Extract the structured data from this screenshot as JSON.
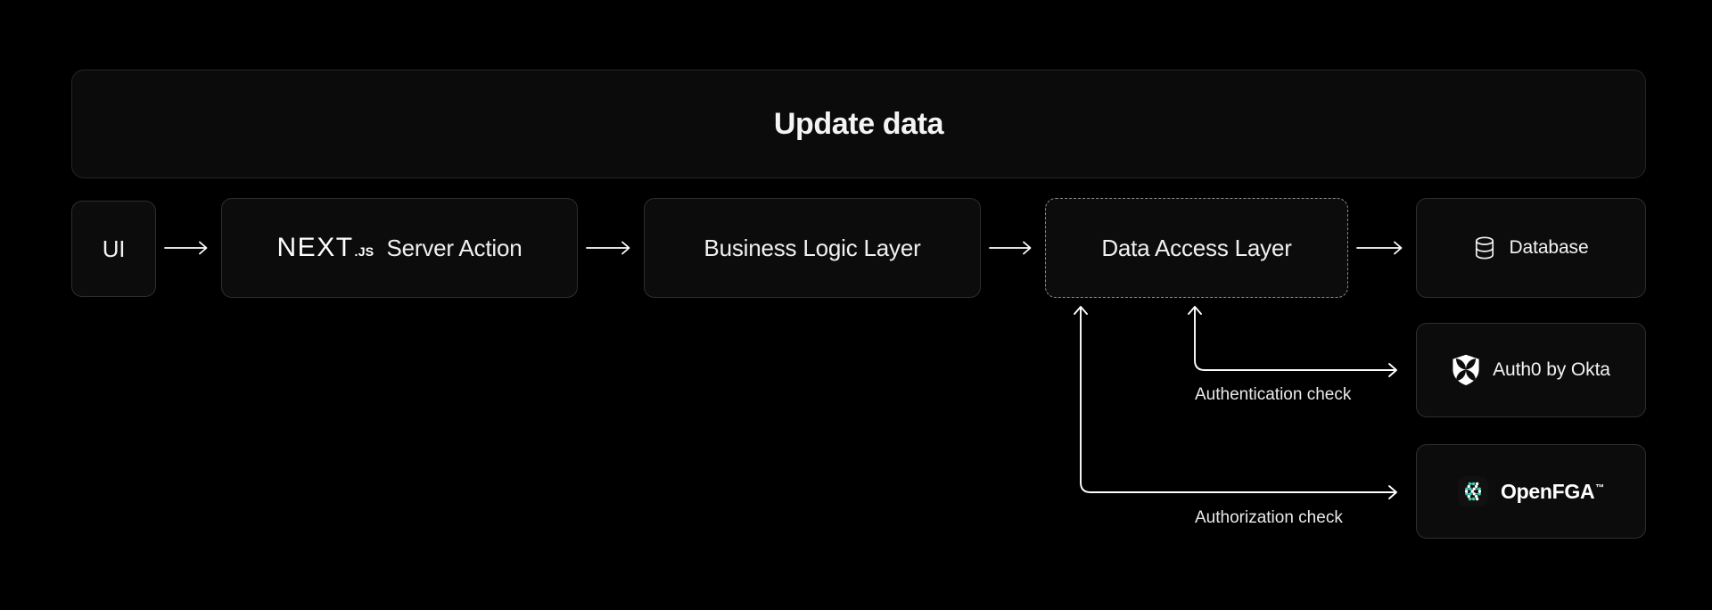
{
  "header": {
    "title": "Update data"
  },
  "theme": {
    "page_background": "#000000",
    "node_background": "#0c0c0c",
    "node_border": "#2e2e2e",
    "dashed_border": "#8a8a8a",
    "text": "#f2f2f2",
    "connector": "#ffffff",
    "openfga_accent": "#3ecfb2"
  },
  "pipeline": {
    "arrow_glyph": "arrow-right",
    "nodes": [
      {
        "id": "ui",
        "label": "UI",
        "icon": null,
        "border": "solid"
      },
      {
        "id": "next-server-action",
        "label": "Server Action",
        "icon": "nextjs-logo",
        "border": "solid"
      },
      {
        "id": "business-logic-layer",
        "label": "Business Logic Layer",
        "icon": null,
        "border": "solid"
      },
      {
        "id": "data-access-layer",
        "label": "Data Access Layer",
        "icon": null,
        "border": "dashed"
      },
      {
        "id": "database",
        "label": "Database",
        "icon": "database-icon",
        "border": "solid"
      }
    ]
  },
  "nextjs_logo": {
    "word": "NEXT",
    "suffix": ".JS"
  },
  "services": [
    {
      "id": "auth0",
      "label": "Auth0 by Okta",
      "icon": "auth0-shield-icon",
      "connector_label": "Authentication check"
    },
    {
      "id": "openfga",
      "label": "OpenFGA",
      "trademark": "™",
      "icon": "openfga-icon",
      "connector_label": "Authorization check"
    }
  ],
  "connectors": {
    "authentication_check": "Authentication check",
    "authorization_check": "Authorization check"
  }
}
